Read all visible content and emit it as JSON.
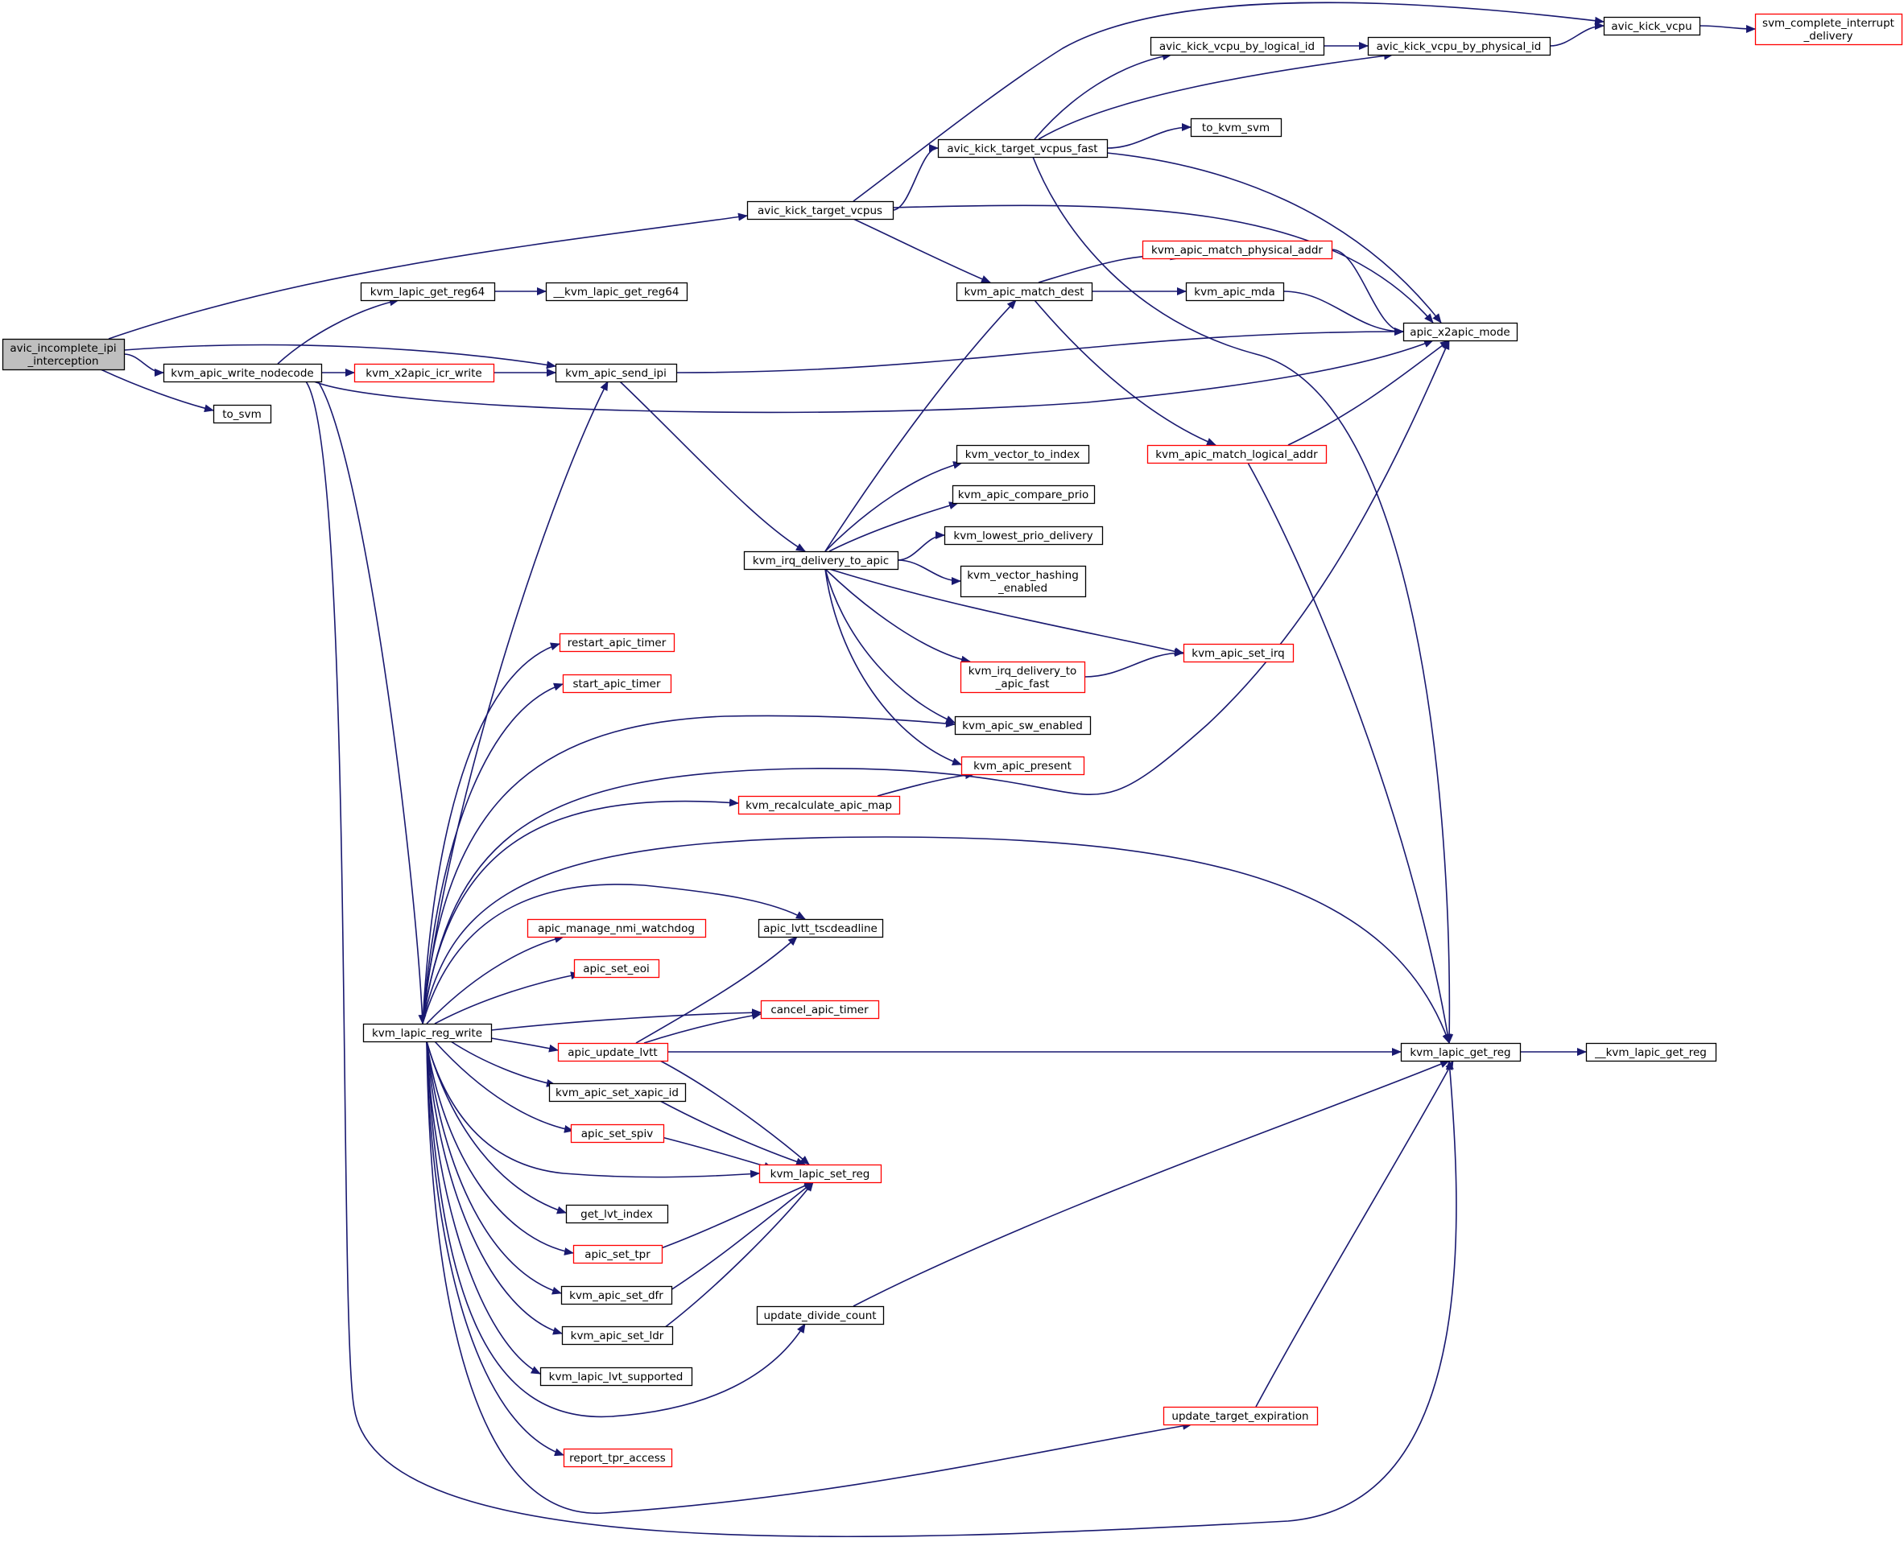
{
  "graph": {
    "root": "avic_incomplete_ipi_interception",
    "colors": {
      "edge": "#191970",
      "border_default": "#000000",
      "border_red": "#ff0000",
      "root_fill": "#bfbfbf",
      "node_fill": "#ffffff"
    },
    "nodes": [
      {
        "id": "n_avic_incomplete",
        "lines": [
          "avic_incomplete_ipi",
          "_interception"
        ],
        "style": "root"
      },
      {
        "id": "n_write_nodecode",
        "lines": [
          "kvm_apic_write_nodecode"
        ],
        "style": "black"
      },
      {
        "id": "n_to_svm_1",
        "lines": [
          "to_svm"
        ],
        "style": "black"
      },
      {
        "id": "n_get_reg64",
        "lines": [
          "kvm_lapic_get_reg64"
        ],
        "style": "black"
      },
      {
        "id": "n___get_reg64",
        "lines": [
          "__kvm_lapic_get_reg64"
        ],
        "style": "black"
      },
      {
        "id": "n_x2apic_icr_write",
        "lines": [
          "kvm_x2apic_icr_write"
        ],
        "style": "red"
      },
      {
        "id": "n_send_ipi",
        "lines": [
          "kvm_apic_send_ipi"
        ],
        "style": "black"
      },
      {
        "id": "n_kick_target_vcpus",
        "lines": [
          "avic_kick_target_vcpus"
        ],
        "style": "black"
      },
      {
        "id": "n_kick_target_fast",
        "lines": [
          "avic_kick_target_vcpus_fast"
        ],
        "style": "black"
      },
      {
        "id": "n_kick_by_logical",
        "lines": [
          "avic_kick_vcpu_by_logical_id"
        ],
        "style": "black"
      },
      {
        "id": "n_kick_by_physical",
        "lines": [
          "avic_kick_vcpu_by_physical_id"
        ],
        "style": "black"
      },
      {
        "id": "n_kick_vcpu",
        "lines": [
          "avic_kick_vcpu"
        ],
        "style": "black"
      },
      {
        "id": "n_svm_complete",
        "lines": [
          "svm_complete_interrupt",
          "_delivery"
        ],
        "style": "red"
      },
      {
        "id": "n_to_kvm_svm",
        "lines": [
          "to_kvm_svm"
        ],
        "style": "black"
      },
      {
        "id": "n_match_physical",
        "lines": [
          "kvm_apic_match_physical_addr"
        ],
        "style": "red"
      },
      {
        "id": "n_match_dest",
        "lines": [
          "kvm_apic_match_dest"
        ],
        "style": "black"
      },
      {
        "id": "n_apic_mda",
        "lines": [
          "kvm_apic_mda"
        ],
        "style": "black"
      },
      {
        "id": "n_x2apic_mode",
        "lines": [
          "apic_x2apic_mode"
        ],
        "style": "black"
      },
      {
        "id": "n_match_logical",
        "lines": [
          "kvm_apic_match_logical_addr"
        ],
        "style": "red"
      },
      {
        "id": "n_vector_to_index",
        "lines": [
          "kvm_vector_to_index"
        ],
        "style": "black"
      },
      {
        "id": "n_compare_prio",
        "lines": [
          "kvm_apic_compare_prio"
        ],
        "style": "black"
      },
      {
        "id": "n_lowest_prio",
        "lines": [
          "kvm_lowest_prio_delivery"
        ],
        "style": "black"
      },
      {
        "id": "n_irq_to_apic",
        "lines": [
          "kvm_irq_delivery_to_apic"
        ],
        "style": "black"
      },
      {
        "id": "n_vector_hashing",
        "lines": [
          "kvm_vector_hashing",
          "_enabled"
        ],
        "style": "black"
      },
      {
        "id": "n_irq_to_apic_fast",
        "lines": [
          "kvm_irq_delivery_to",
          "_apic_fast"
        ],
        "style": "red"
      },
      {
        "id": "n_set_irq",
        "lines": [
          "kvm_apic_set_irq"
        ],
        "style": "red"
      },
      {
        "id": "n_restart_timer",
        "lines": [
          "restart_apic_timer"
        ],
        "style": "red"
      },
      {
        "id": "n_start_timer",
        "lines": [
          "start_apic_timer"
        ],
        "style": "red"
      },
      {
        "id": "n_sw_enabled",
        "lines": [
          "kvm_apic_sw_enabled"
        ],
        "style": "black"
      },
      {
        "id": "n_apic_present",
        "lines": [
          "kvm_apic_present"
        ],
        "style": "red"
      },
      {
        "id": "n_recalc_map",
        "lines": [
          "kvm_recalculate_apic_map"
        ],
        "style": "red"
      },
      {
        "id": "n_nmi_watchdog",
        "lines": [
          "apic_manage_nmi_watchdog"
        ],
        "style": "red"
      },
      {
        "id": "n_tscdeadline",
        "lines": [
          "apic_lvtt_tscdeadline"
        ],
        "style": "black"
      },
      {
        "id": "n_set_eoi",
        "lines": [
          "apic_set_eoi"
        ],
        "style": "red"
      },
      {
        "id": "n_cancel_timer",
        "lines": [
          "cancel_apic_timer"
        ],
        "style": "red"
      },
      {
        "id": "n_reg_write",
        "lines": [
          "kvm_lapic_reg_write"
        ],
        "style": "black"
      },
      {
        "id": "n_update_lvtt",
        "lines": [
          "apic_update_lvtt"
        ],
        "style": "red"
      },
      {
        "id": "n_get_reg",
        "lines": [
          "kvm_lapic_get_reg"
        ],
        "style": "black"
      },
      {
        "id": "n___get_reg",
        "lines": [
          "__kvm_lapic_get_reg"
        ],
        "style": "black"
      },
      {
        "id": "n_set_xapic_id",
        "lines": [
          "kvm_apic_set_xapic_id"
        ],
        "style": "black"
      },
      {
        "id": "n_set_spiv",
        "lines": [
          "apic_set_spiv"
        ],
        "style": "red"
      },
      {
        "id": "n_set_reg",
        "lines": [
          "kvm_lapic_set_reg"
        ],
        "style": "red"
      },
      {
        "id": "n_get_lvt_index",
        "lines": [
          "get_lvt_index"
        ],
        "style": "black"
      },
      {
        "id": "n_set_tpr",
        "lines": [
          "apic_set_tpr"
        ],
        "style": "red"
      },
      {
        "id": "n_set_dfr",
        "lines": [
          "kvm_apic_set_dfr"
        ],
        "style": "black"
      },
      {
        "id": "n_divide_count",
        "lines": [
          "update_divide_count"
        ],
        "style": "black"
      },
      {
        "id": "n_set_ldr",
        "lines": [
          "kvm_apic_set_ldr"
        ],
        "style": "black"
      },
      {
        "id": "n_lvt_supported",
        "lines": [
          "kvm_lapic_lvt_supported"
        ],
        "style": "black"
      },
      {
        "id": "n_target_exp",
        "lines": [
          "update_target_expiration"
        ],
        "style": "red"
      },
      {
        "id": "n_report_tpr",
        "lines": [
          "report_tpr_access"
        ],
        "style": "red"
      }
    ],
    "edges": [
      [
        "n_avic_incomplete",
        "n_kick_target_vcpus"
      ],
      [
        "n_avic_incomplete",
        "n_write_nodecode"
      ],
      [
        "n_avic_incomplete",
        "n_send_ipi"
      ],
      [
        "n_avic_incomplete",
        "n_to_svm_1"
      ],
      [
        "n_write_nodecode",
        "n_get_reg64"
      ],
      [
        "n_write_nodecode",
        "n_x2apic_icr_write"
      ],
      [
        "n_write_nodecode",
        "n_x2apic_mode"
      ],
      [
        "n_write_nodecode",
        "n_reg_write"
      ],
      [
        "n_write_nodecode",
        "n_get_reg"
      ],
      [
        "n_get_reg64",
        "n___get_reg64"
      ],
      [
        "n_x2apic_icr_write",
        "n_send_ipi"
      ],
      [
        "n_send_ipi",
        "n_x2apic_mode"
      ],
      [
        "n_send_ipi",
        "n_irq_to_apic"
      ],
      [
        "n_kick_target_vcpus",
        "n_kick_vcpu"
      ],
      [
        "n_kick_target_vcpus",
        "n_kick_target_fast"
      ],
      [
        "n_kick_target_vcpus",
        "n_x2apic_mode"
      ],
      [
        "n_kick_target_vcpus",
        "n_match_dest"
      ],
      [
        "n_kick_target_fast",
        "n_kick_by_logical"
      ],
      [
        "n_kick_target_fast",
        "n_kick_by_physical"
      ],
      [
        "n_kick_target_fast",
        "n_to_kvm_svm"
      ],
      [
        "n_kick_target_fast",
        "n_x2apic_mode"
      ],
      [
        "n_kick_target_fast",
        "n_get_reg"
      ],
      [
        "n_kick_by_logical",
        "n_kick_by_physical"
      ],
      [
        "n_kick_by_physical",
        "n_kick_vcpu"
      ],
      [
        "n_kick_vcpu",
        "n_svm_complete"
      ],
      [
        "n_match_dest",
        "n_match_physical"
      ],
      [
        "n_match_dest",
        "n_apic_mda"
      ],
      [
        "n_match_dest",
        "n_match_logical"
      ],
      [
        "n_match_physical",
        "n_x2apic_mode"
      ],
      [
        "n_apic_mda",
        "n_x2apic_mode"
      ],
      [
        "n_match_logical",
        "n_x2apic_mode"
      ],
      [
        "n_match_logical",
        "n_get_reg"
      ],
      [
        "n_irq_to_apic",
        "n_match_dest"
      ],
      [
        "n_irq_to_apic",
        "n_vector_to_index"
      ],
      [
        "n_irq_to_apic",
        "n_compare_prio"
      ],
      [
        "n_irq_to_apic",
        "n_lowest_prio"
      ],
      [
        "n_irq_to_apic",
        "n_vector_hashing"
      ],
      [
        "n_irq_to_apic",
        "n_set_irq"
      ],
      [
        "n_irq_to_apic",
        "n_irq_to_apic_fast"
      ],
      [
        "n_irq_to_apic",
        "n_sw_enabled"
      ],
      [
        "n_irq_to_apic",
        "n_apic_present"
      ],
      [
        "n_irq_to_apic_fast",
        "n_set_irq"
      ],
      [
        "n_recalc_map",
        "n_apic_present"
      ],
      [
        "n_reg_write",
        "n_send_ipi"
      ],
      [
        "n_reg_write",
        "n_restart_timer"
      ],
      [
        "n_reg_write",
        "n_start_timer"
      ],
      [
        "n_reg_write",
        "n_sw_enabled"
      ],
      [
        "n_reg_write",
        "n_x2apic_mode"
      ],
      [
        "n_reg_write",
        "n_recalc_map"
      ],
      [
        "n_reg_write",
        "n_get_reg"
      ],
      [
        "n_reg_write",
        "n_tscdeadline"
      ],
      [
        "n_reg_write",
        "n_nmi_watchdog"
      ],
      [
        "n_reg_write",
        "n_set_eoi"
      ],
      [
        "n_reg_write",
        "n_cancel_timer"
      ],
      [
        "n_reg_write",
        "n_update_lvtt"
      ],
      [
        "n_reg_write",
        "n_set_xapic_id"
      ],
      [
        "n_reg_write",
        "n_set_spiv"
      ],
      [
        "n_reg_write",
        "n_set_reg"
      ],
      [
        "n_reg_write",
        "n_get_lvt_index"
      ],
      [
        "n_reg_write",
        "n_set_tpr"
      ],
      [
        "n_reg_write",
        "n_set_dfr"
      ],
      [
        "n_reg_write",
        "n_set_ldr"
      ],
      [
        "n_reg_write",
        "n_lvt_supported"
      ],
      [
        "n_reg_write",
        "n_divide_count"
      ],
      [
        "n_reg_write",
        "n_report_tpr"
      ],
      [
        "n_reg_write",
        "n_target_exp"
      ],
      [
        "n_update_lvtt",
        "n_tscdeadline"
      ],
      [
        "n_update_lvtt",
        "n_cancel_timer"
      ],
      [
        "n_update_lvtt",
        "n_get_reg"
      ],
      [
        "n_update_lvtt",
        "n_set_reg"
      ],
      [
        "n_set_xapic_id",
        "n_set_reg"
      ],
      [
        "n_set_spiv",
        "n_set_reg"
      ],
      [
        "n_set_tpr",
        "n_set_reg"
      ],
      [
        "n_set_dfr",
        "n_set_reg"
      ],
      [
        "n_set_ldr",
        "n_set_reg"
      ],
      [
        "n_divide_count",
        "n_get_reg"
      ],
      [
        "n_target_exp",
        "n_get_reg"
      ],
      [
        "n_get_reg",
        "n___get_reg"
      ]
    ]
  }
}
